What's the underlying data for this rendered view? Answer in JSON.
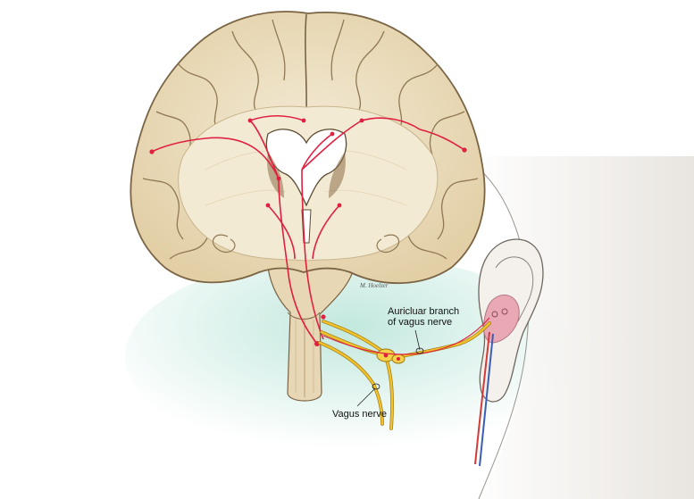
{
  "labels": {
    "auricular_branch_line1": "Auricluar branch",
    "auricular_branch_line2": "of vagus nerve",
    "vagus_nerve": "Vagus nerve"
  },
  "artist_signature": "M. Hoelzer",
  "colors": {
    "background": "#ffffff",
    "brain_tissue": "#eadbb9",
    "brain_outline": "#7a6444",
    "gray_matter": "#d9c39a",
    "white_matter_fibers": "#f3ead4",
    "pathway_red": "#e02040",
    "nerve_yellow": "#f2c22c",
    "nerve_outline": "#a07a12",
    "neck_teal": "#bfe7dc",
    "skin": "#f1eeea",
    "ear_pink": "#e8a8b4",
    "artery_red": "#d33a3a",
    "vein_blue": "#3b5db5"
  },
  "structures": [
    "coronal-brain-section",
    "lateral-ventricles",
    "brainstem",
    "vagus-nerve",
    "auricular-branch",
    "ear",
    "red-ascending-pathways"
  ]
}
